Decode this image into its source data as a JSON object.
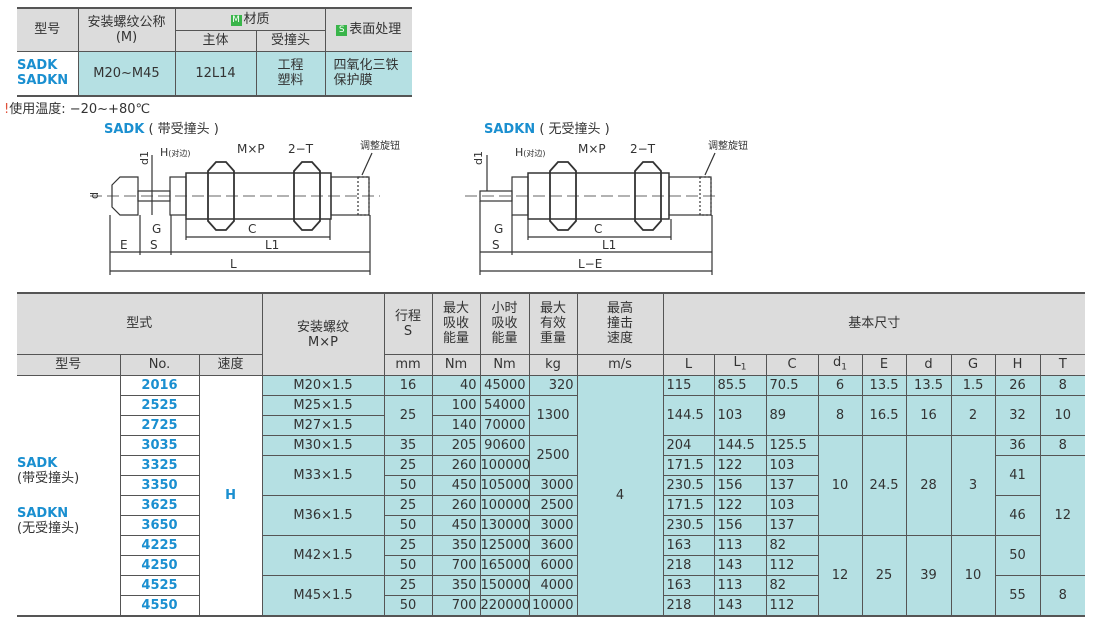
{
  "top_table": {
    "h_model": "型号",
    "h_thread": "安装螺纹公称",
    "h_thread2": "(M)",
    "h_material_badge": "M",
    "h_material": "材质",
    "h_body": "主体",
    "h_head": "受撞头",
    "h_surface_badge": "S",
    "h_surface": "表面处理",
    "model1": "SADK",
    "model2": "SADKN",
    "thread": "M20~M45",
    "body": "12L14",
    "head1": "工程",
    "head2": "塑料",
    "surface1": "四氧化三铁",
    "surface2": "保护膜"
  },
  "note": {
    "icon": "!",
    "text": "使用温度: −20~+80℃"
  },
  "drawing_sadk": {
    "title": "SADK",
    "subtitle": "( 带受撞头 )",
    "H": "H",
    "H_sub": "(对边)",
    "MxP": "M×P",
    "T": "2−T",
    "knob": "调整旋钮",
    "d1": "d1",
    "d": "d",
    "G": "G",
    "C": "C",
    "E": "E",
    "S": "S",
    "L1": "L1",
    "L": "L"
  },
  "drawing_sadkn": {
    "title": "SADKN",
    "subtitle": "( 无受撞头 )",
    "H": "H",
    "H_sub": "(对边)",
    "MxP": "M×P",
    "T": "2−T",
    "knob": "调整旋钮",
    "d1": "d1",
    "G": "G",
    "C": "C",
    "S": "S",
    "L1": "L1",
    "L": "L−E"
  },
  "main_table": {
    "h_type": "型式",
    "h_model": "型号",
    "h_no": "No.",
    "h_speed": "速度",
    "h_thread": "安装螺纹 M×P",
    "h_stroke": "行程 S",
    "u_stroke": "mm",
    "h_energy": "最大 吸收 能量",
    "u_energy": "Nm",
    "h_hour": "小时 吸收 能量",
    "u_hour": "Nm",
    "h_weight": "最大 有效 重量",
    "u_weight": "kg",
    "h_vel": "最高 撞击 速度",
    "u_vel": "m/s",
    "h_dims": "基本尺寸",
    "dim_cols": [
      "L",
      "L1",
      "C",
      "d1",
      "E",
      "d",
      "G",
      "H",
      "T"
    ],
    "model_text": [
      "SADK",
      "(带受撞头)",
      "SADKN",
      "(无受撞头)"
    ],
    "speed": "H",
    "columns": {
      "no": [
        [
          "2016",
          1
        ],
        [
          "2525",
          1
        ],
        [
          "2725",
          1
        ],
        [
          "3035",
          1
        ],
        [
          "3325",
          1
        ],
        [
          "3350",
          1
        ],
        [
          "3625",
          1
        ],
        [
          "3650",
          1
        ],
        [
          "4225",
          1
        ],
        [
          "4250",
          1
        ],
        [
          "4525",
          1
        ],
        [
          "4550",
          1
        ]
      ],
      "thread": [
        [
          "M20×1.5",
          1
        ],
        [
          "M25×1.5",
          1
        ],
        [
          "M27×1.5",
          1
        ],
        [
          "M30×1.5",
          1
        ],
        [
          "M33×1.5",
          2
        ],
        [
          "M36×1.5",
          2
        ],
        [
          "M42×1.5",
          2
        ],
        [
          "M45×1.5",
          2
        ]
      ],
      "stroke": [
        [
          "16",
          1
        ],
        [
          "25",
          2
        ],
        [
          "35",
          1
        ],
        [
          "25",
          1
        ],
        [
          "50",
          1
        ],
        [
          "25",
          1
        ],
        [
          "50",
          1
        ],
        [
          "25",
          1
        ],
        [
          "50",
          1
        ],
        [
          "25",
          1
        ],
        [
          "50",
          1
        ]
      ],
      "energy": [
        [
          "40",
          1
        ],
        [
          "100",
          1
        ],
        [
          "140",
          1
        ],
        [
          "205",
          1
        ],
        [
          "260",
          1
        ],
        [
          "450",
          1
        ],
        [
          "260",
          1
        ],
        [
          "450",
          1
        ],
        [
          "350",
          1
        ],
        [
          "700",
          1
        ],
        [
          "350",
          1
        ],
        [
          "700",
          1
        ]
      ],
      "hour": [
        [
          "45000",
          1
        ],
        [
          "54000",
          1
        ],
        [
          "70000",
          1
        ],
        [
          "90600",
          1
        ],
        [
          "100000",
          1
        ],
        [
          "105000",
          1
        ],
        [
          "100000",
          1
        ],
        [
          "130000",
          1
        ],
        [
          "125000",
          1
        ],
        [
          "165000",
          1
        ],
        [
          "150000",
          1
        ],
        [
          "220000",
          1
        ]
      ],
      "weight": [
        [
          "320",
          1
        ],
        [
          "1300",
          2
        ],
        [
          "2500",
          2
        ],
        [
          "3000",
          1
        ],
        [
          "2500",
          1
        ],
        [
          "3000",
          1
        ],
        [
          "3600",
          1
        ],
        [
          "6000",
          1
        ],
        [
          "4000",
          1
        ],
        [
          "10000",
          1
        ]
      ],
      "vel": [
        [
          "4",
          12
        ]
      ],
      "L": [
        [
          "115",
          1
        ],
        [
          "144.5",
          2
        ],
        [
          "204",
          1
        ],
        [
          "171.5",
          1
        ],
        [
          "230.5",
          1
        ],
        [
          "171.5",
          1
        ],
        [
          "230.5",
          1
        ],
        [
          "163",
          1
        ],
        [
          "218",
          1
        ],
        [
          "163",
          1
        ],
        [
          "218",
          1
        ]
      ],
      "L1": [
        [
          "85.5",
          1
        ],
        [
          "103",
          2
        ],
        [
          "144.5",
          1
        ],
        [
          "122",
          1
        ],
        [
          "156",
          1
        ],
        [
          "122",
          1
        ],
        [
          "156",
          1
        ],
        [
          "113",
          1
        ],
        [
          "143",
          1
        ],
        [
          "113",
          1
        ],
        [
          "143",
          1
        ]
      ],
      "C": [
        [
          "70.5",
          1
        ],
        [
          "89",
          2
        ],
        [
          "125.5",
          1
        ],
        [
          "103",
          1
        ],
        [
          "137",
          1
        ],
        [
          "103",
          1
        ],
        [
          "137",
          1
        ],
        [
          "82",
          1
        ],
        [
          "112",
          1
        ],
        [
          "82",
          1
        ],
        [
          "112",
          1
        ]
      ],
      "d1": [
        [
          "6",
          1
        ],
        [
          "8",
          2
        ],
        [
          "10",
          5
        ],
        [
          "12",
          4
        ]
      ],
      "E": [
        [
          "13.5",
          1
        ],
        [
          "16.5",
          2
        ],
        [
          "24.5",
          5
        ],
        [
          "25",
          4
        ]
      ],
      "d": [
        [
          "13.5",
          1
        ],
        [
          "16",
          2
        ],
        [
          "28",
          5
        ],
        [
          "39",
          4
        ]
      ],
      "G": [
        [
          "1.5",
          1
        ],
        [
          "2",
          2
        ],
        [
          "3",
          5
        ],
        [
          "10",
          4
        ]
      ],
      "H": [
        [
          "26",
          1
        ],
        [
          "32",
          2
        ],
        [
          "36",
          1
        ],
        [
          "41",
          2
        ],
        [
          "46",
          2
        ],
        [
          "50",
          2
        ],
        [
          "55",
          2
        ]
      ],
      "T": [
        [
          "8",
          1
        ],
        [
          "10",
          2
        ],
        [
          "8",
          1
        ],
        [
          "12",
          6
        ],
        [
          "8",
          2
        ]
      ]
    }
  },
  "colors": {
    "header": "#dcdcdc",
    "data": "#b5e0e3",
    "accent": "#1a8fd0",
    "badge": "#39b54a"
  }
}
